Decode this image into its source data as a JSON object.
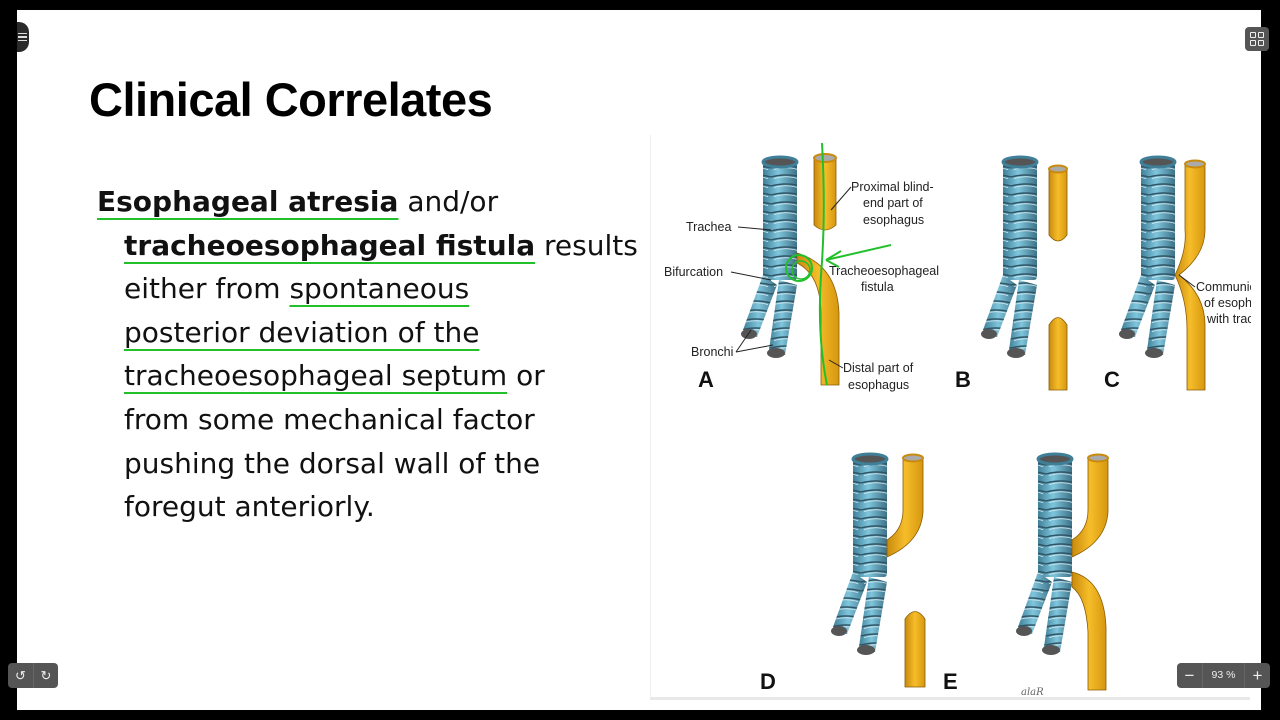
{
  "slide": {
    "title": "Clinical Correlates",
    "body_lines": [
      {
        "bold": "Esophageal atresia",
        "rest": " and/or"
      },
      {
        "bold": "tracheoesophageal fistula",
        "rest": " results"
      },
      {
        "pre": "either from ",
        "ul": "spontaneous"
      },
      {
        "ul": "posterior deviation of the"
      },
      {
        "ul": "tracheoesophageal septum",
        "rest": " or"
      },
      {
        "plain": "from some mechanical factor"
      },
      {
        "plain": "pushing the dorsal wall of the"
      },
      {
        "plain": "foregut anteriorly."
      }
    ]
  },
  "figure": {
    "panel_letters": [
      "A",
      "B",
      "C",
      "D",
      "E"
    ],
    "labels": {
      "trachea": "Trachea",
      "bifurcation": "Bifurcation",
      "bronchi": "Bronchi",
      "proximal_1": "Proximal blind-",
      "proximal_2": "end part of",
      "proximal_3": "esophagus",
      "fistula_1": "Tracheoesophageal",
      "fistula_2": "fistula",
      "distal_1": "Distal part of",
      "distal_2": "esophagus",
      "comm_1": "Communica",
      "comm_2": "of esophag",
      "comm_3": "with trach",
      "signature": "alaR"
    },
    "colors": {
      "trachea": "#6fb3cc",
      "esophagus": "#f2b21c",
      "annotation": "#22c02a"
    }
  },
  "viewer": {
    "menu_icon": "hamburger-icon",
    "grid_icon": "grid-view-icon",
    "rotate_left_icon": "↺",
    "rotate_right_icon": "↻",
    "zoom_out": "−",
    "zoom_in": "+",
    "zoom_level": "93 %"
  }
}
